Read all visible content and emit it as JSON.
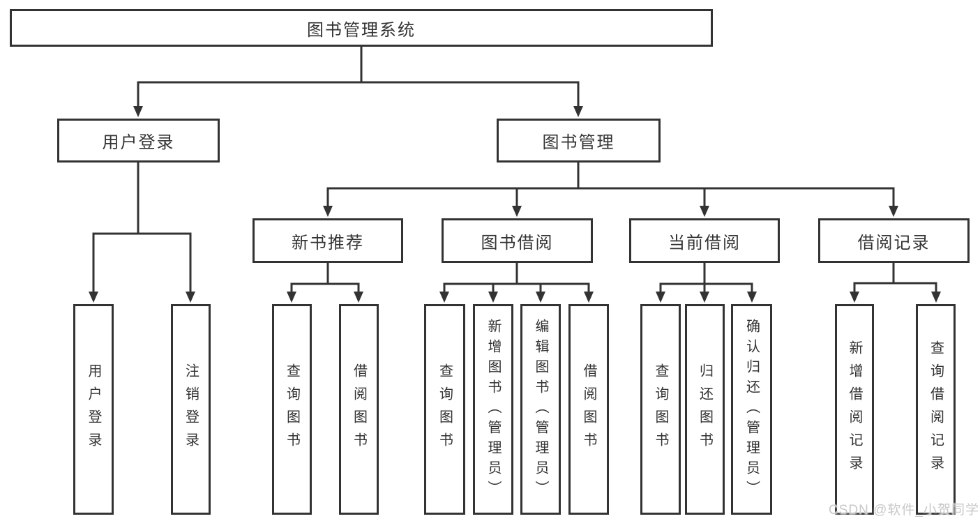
{
  "diagram": {
    "type": "hierarchy-tree",
    "colors": {
      "line": "#333333",
      "box_border": "#333333",
      "text": "#333333",
      "watermark_text": "#c8c8c8",
      "background": "#ffffff"
    },
    "labels": {
      "root": "图书管理系统",
      "user_login": "用户登录",
      "book_mgmt": "图书管理",
      "new_book_rec": "新书推荐",
      "book_borrow": "图书借阅",
      "current_borrow": "当前借阅",
      "borrow_records": "借阅记录",
      "leaf_user_login": "用户登录",
      "leaf_logout": "注销登录",
      "leaf_nbr_query": "查询图书",
      "leaf_nbr_borrow": "借阅图书",
      "leaf_bb_query": "查询图书",
      "leaf_bb_add": "新增图书（管理员）",
      "leaf_bb_edit": "编辑图书（管理员）",
      "leaf_bb_borrow": "借阅图书",
      "leaf_cb_query": "查询图书",
      "leaf_cb_return": "归还图书",
      "leaf_cb_confirm": "确认归还（管理员）",
      "leaf_br_add": "新增借阅记录",
      "leaf_br_query": "查询借阅记录"
    },
    "tree": {
      "root": [
        "user_login",
        "book_mgmt"
      ],
      "user_login": [
        "leaf_user_login",
        "leaf_logout"
      ],
      "book_mgmt": [
        "new_book_rec",
        "book_borrow",
        "current_borrow",
        "borrow_records"
      ],
      "new_book_rec": [
        "leaf_nbr_query",
        "leaf_nbr_borrow"
      ],
      "book_borrow": [
        "leaf_bb_query",
        "leaf_bb_add",
        "leaf_bb_edit",
        "leaf_bb_borrow"
      ],
      "current_borrow": [
        "leaf_cb_query",
        "leaf_cb_return",
        "leaf_cb_confirm"
      ],
      "borrow_records": [
        "leaf_br_add",
        "leaf_br_query"
      ]
    },
    "watermark": {
      "text": "CSDN @软件_小贺同学"
    }
  }
}
